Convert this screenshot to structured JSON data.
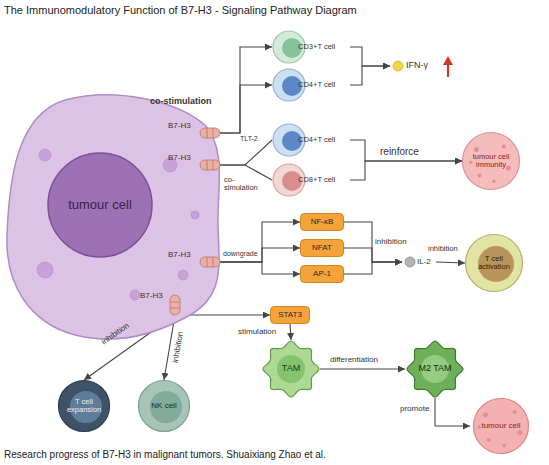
{
  "diagram": {
    "title": "The Immunomodulatory Function of B7-H3 - Signaling Pathway Diagram",
    "caption": "Research progress of B7-H3 in malignant tumors. Shuaixiang Zhao et al.",
    "nodes": [
      {
        "text": [
          "tumour cell"
        ]
      },
      {
        "text": [
          "CD3+T cell"
        ]
      },
      {
        "text": [
          "CD4+T cell"
        ]
      },
      {
        "text": [
          "IFN-γ"
        ]
      },
      {
        "text": [
          "CD4+T cell"
        ]
      },
      {
        "text": [
          "CD8+T cell"
        ]
      },
      {
        "text": [
          "tumour cell immunity"
        ]
      },
      {
        "text": [
          "NF-κB"
        ]
      },
      {
        "text": [
          "NFAT"
        ]
      },
      {
        "text": [
          "AP-1"
        ]
      },
      {
        "text": [
          "IL-2"
        ]
      },
      {
        "text": [
          "T cell activation"
        ]
      },
      {
        "text": [
          "STAT3"
        ]
      },
      {
        "text": [
          "TAM"
        ]
      },
      {
        "text": [
          "M2 TAM"
        ]
      },
      {
        "text": [
          "tumour cell"
        ]
      },
      {
        "text": [
          "T cell expansion"
        ]
      },
      {
        "text": [
          "NK cell"
        ]
      }
    ],
    "edges": [
      {
        "from": 0,
        "to": 1,
        "arrow": "to",
        "label": "co-stimulation"
      },
      {
        "from": 0,
        "to": 2,
        "arrow": "to"
      },
      {
        "from": 1,
        "to": 3,
        "arrow": "to"
      },
      {
        "from": 2,
        "to": 3,
        "arrow": "to"
      },
      {
        "from": 0,
        "to": 4,
        "arrow": "none",
        "label": "TLT-2"
      },
      {
        "from": 0,
        "to": 5,
        "arrow": "none",
        "label": "co-simulation"
      },
      {
        "from": 4,
        "to": 6,
        "arrow": "to",
        "label": "reinforce"
      },
      {
        "from": 5,
        "to": 6,
        "arrow": "to"
      },
      {
        "from": 0,
        "to": 7,
        "arrow": "to",
        "label": "downgrade"
      },
      {
        "from": 0,
        "to": 8,
        "arrow": "to"
      },
      {
        "from": 0,
        "to": 9,
        "arrow": "to"
      },
      {
        "from": 7,
        "to": 10,
        "arrow": "to",
        "label": "inhibition"
      },
      {
        "from": 8,
        "to": 10,
        "arrow": "to"
      },
      {
        "from": 9,
        "to": 10,
        "arrow": "to"
      },
      {
        "from": 10,
        "to": 11,
        "arrow": "to",
        "label": "inhibition"
      },
      {
        "from": 0,
        "to": 12,
        "arrow": "to"
      },
      {
        "from": 12,
        "to": 13,
        "arrow": "to",
        "label": "stimulation"
      },
      {
        "from": 13,
        "to": 14,
        "arrow": "to",
        "label": "differentiation"
      },
      {
        "from": 14,
        "to": 15,
        "arrow": "to",
        "label": "promote"
      },
      {
        "from": 0,
        "to": 16,
        "arrow": "to",
        "label": "inhibition"
      },
      {
        "from": 0,
        "to": 17,
        "arrow": "to",
        "label": "inhibition"
      }
    ],
    "labels": [
      "B7-H3",
      "B7-H3",
      "B7-H3",
      "B7-H3"
    ]
  }
}
